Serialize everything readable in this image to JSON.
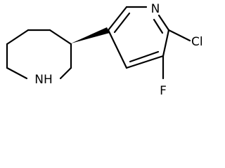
{
  "molecule": {
    "atom_labels": {
      "nitrogen_pyridine": "N",
      "chlorine": "Cl",
      "fluorine": "F",
      "nitrogen_piperidine": "NH"
    },
    "stereo_bond": "wedge",
    "colors": {
      "ink": "#000000",
      "background": "#ffffff"
    }
  }
}
